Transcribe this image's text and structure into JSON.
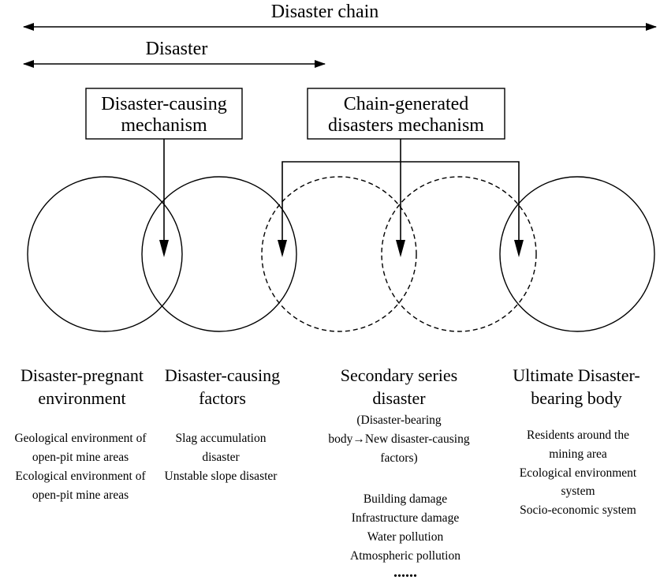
{
  "top_labels": {
    "disaster_chain": "Disaster chain",
    "disaster": "Disaster"
  },
  "mechanism_boxes": [
    {
      "lines": [
        "Disaster-causing",
        "mechanism"
      ]
    },
    {
      "lines": [
        "Chain-generated",
        "disasters mechanism"
      ]
    }
  ],
  "stages": [
    {
      "title_lines": [
        "Disaster-pregnant",
        "environment"
      ],
      "note_lines": [],
      "items": [
        "Geological environment of",
        "open-pit mine areas",
        "Ecological environment of",
        "open-pit mine areas"
      ],
      "circle_style": "solid"
    },
    {
      "title_lines": [
        "Disaster-causing",
        "factors"
      ],
      "note_lines": [],
      "items": [
        "Slag accumulation",
        "disaster",
        "Unstable slope disaster"
      ],
      "circle_style": "solid"
    },
    {
      "title_lines": [
        "Secondary series",
        "disaster"
      ],
      "note_lines": [
        "(Disaster-bearing",
        "body→New disaster-causing",
        "factors)"
      ],
      "items": [
        "Building damage",
        "Infrastructure damage",
        "Water pollution",
        "Atmospheric pollution"
      ],
      "ellipsis": "......",
      "circle_style": "dashed"
    },
    {
      "title_lines": [
        "Ultimate Disaster-",
        "bearing body"
      ],
      "note_lines": [],
      "items": [
        "Residents around the",
        "mining area",
        "Ecological environment",
        "system",
        "Socio-economic system"
      ],
      "circle_style": "solid"
    }
  ],
  "extra_circle_style": "dashed",
  "colors": {
    "line": "#000000",
    "background": "#ffffff"
  }
}
